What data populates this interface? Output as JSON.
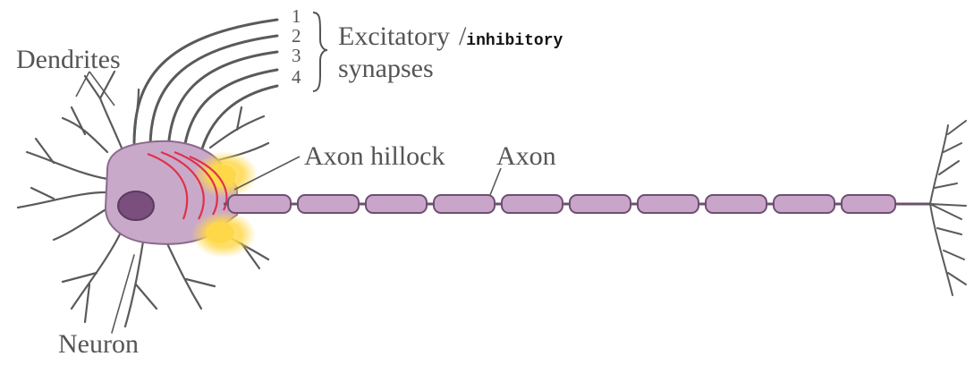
{
  "labels": {
    "dendrites": "Dendrites",
    "neuron": "Neuron",
    "axon_hillock": "Axon hillock",
    "axon": "Axon",
    "excitatory": "Excitatory",
    "slash": "/",
    "inhibitory": "inhibitory",
    "synapses": "synapses"
  },
  "synapse_numbers": [
    "1",
    "2",
    "3",
    "4"
  ],
  "colors": {
    "cell_body": "#c9a9c9",
    "cell_outline": "#8b6a8b",
    "nucleus": "#7a4f7e",
    "myelin": "#c9a5c9",
    "myelin_outline": "#6e4f72",
    "dendrite": "#555555",
    "synapse_lines": "#555555",
    "hillock_glow": "#ffd84a",
    "excitation_arcs": "#e0304a",
    "text": "#555555"
  }
}
